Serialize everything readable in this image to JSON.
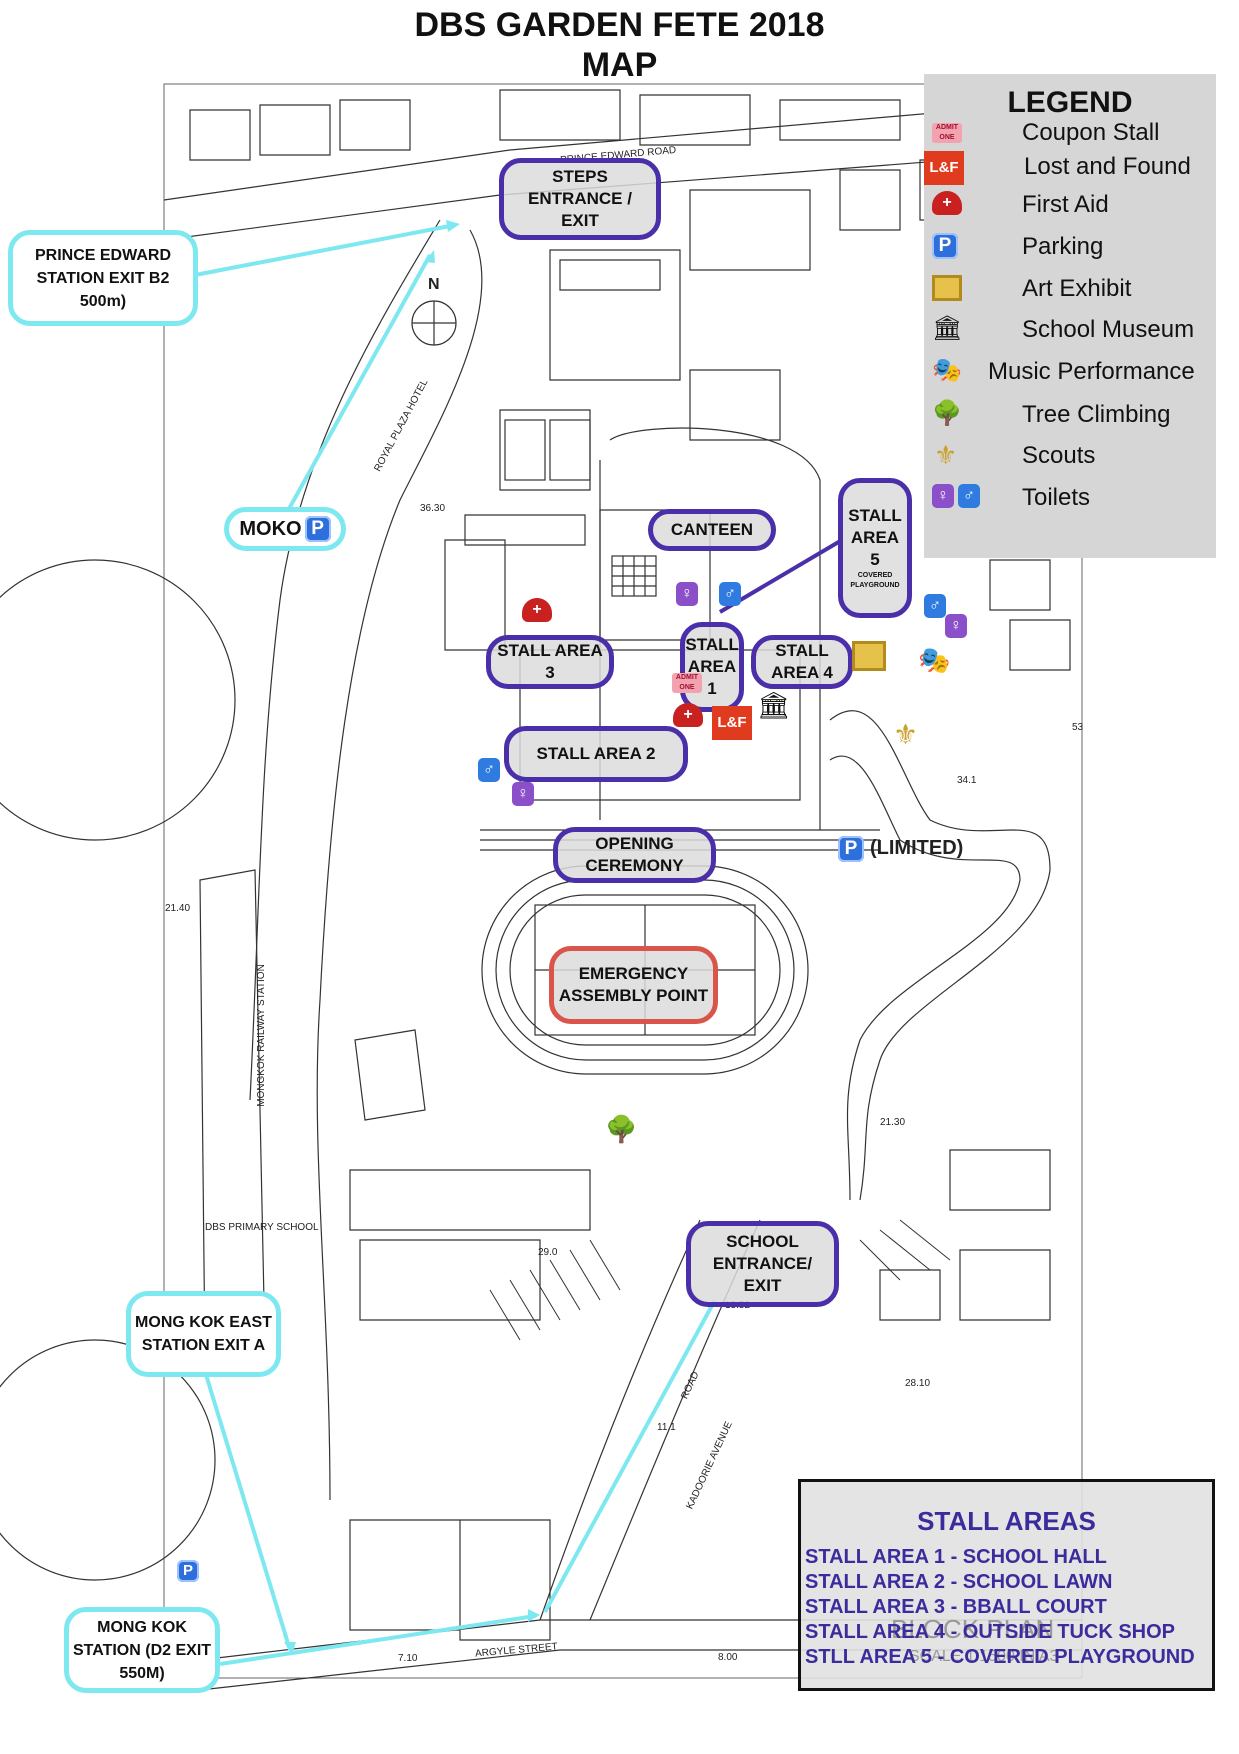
{
  "title": {
    "line1": "DBS GARDEN FETE 2018",
    "line2": "MAP"
  },
  "legend": {
    "title": "LEGEND",
    "items": [
      {
        "icon": "coupon-icon",
        "label": "Coupon Stall"
      },
      {
        "icon": "lost-and-found-icon",
        "icon_text": "L&F",
        "label": "Lost and Found"
      },
      {
        "icon": "first-aid-icon",
        "label": "First Aid"
      },
      {
        "icon": "parking-icon",
        "icon_text": "P",
        "label": "Parking"
      },
      {
        "icon": "art-exhibit-icon",
        "label": "Art Exhibit"
      },
      {
        "icon": "museum-icon",
        "label": "School Museum"
      },
      {
        "icon": "music-performance-icon",
        "label": "Music Performance"
      },
      {
        "icon": "tree-climbing-icon",
        "label": "Tree Climbing"
      },
      {
        "icon": "scouts-icon",
        "label": "Scouts"
      },
      {
        "icon": "toilets-icon",
        "label": "Toilets"
      }
    ]
  },
  "areas": {
    "steps_entrance": "STEPS ENTRANCE / EXIT",
    "canteen": "CANTEEN",
    "stall_area_5": "STALL AREA 5",
    "stall_area_5_sub": "COVERED PLAYGROUND",
    "stall_area_3": "STALL AREA 3",
    "stall_area_1": "STALL AREA 1",
    "stall_area_4": "STALL AREA 4",
    "stall_area_2": "STALL AREA 2",
    "opening_ceremony": "OPENING CEREMONY",
    "emergency_assembly": "EMERGENCY ASSEMBLY POINT",
    "school_entrance": "SCHOOL ENTRANCE/ EXIT"
  },
  "transport": {
    "prince_edward": "PRINCE EDWARD STATION EXIT B2 500m)",
    "moko": "MOKO",
    "mong_kok_east": "MONG KOK EAST STATION EXIT A",
    "mong_kok": "MONG KOK STATION (D2 EXIT 550M)",
    "parking_limited": "(LIMITED)"
  },
  "map_labels": {
    "north": "N",
    "royal_plaza": "ROYAL PLAZA HOTEL",
    "prince_edward_road": "PRINCE EDWARD ROAD",
    "railway_station": "MONGKOK RAILWAY STATION",
    "primary_school": "DBS PRIMARY SCHOOL",
    "road": "ROAD",
    "kadoorie": "KADOORIE AVENUE",
    "argyle": "ARGYLE STREET",
    "levels": [
      "36.30",
      "21.40",
      "34.1",
      "53",
      "29.0",
      "21.30",
      "13.52",
      "28.10",
      "11.1",
      "7.10",
      "8.00"
    ]
  },
  "stall_list": {
    "title": "STALL AREAS",
    "items": [
      "STALL AREA 1 - SCHOOL HALL",
      "STALL AREA 2 - SCHOOL LAWN",
      "STALL AREA 3 - BBALL COURT",
      "STALL AREA 4 - OUTSIDE TUCK SHOP",
      "STLL AREA 5 - COVERED PLAYGROUND"
    ],
    "watermark": "BLOCK PLAN",
    "watermark2": "SCALE 1:1500 IN A3"
  },
  "colors": {
    "area_border": "#4b2fa8",
    "transport_border": "#7ee8f0",
    "emergency_border": "#d9544a",
    "legend_bg": "#d6d6d6"
  }
}
